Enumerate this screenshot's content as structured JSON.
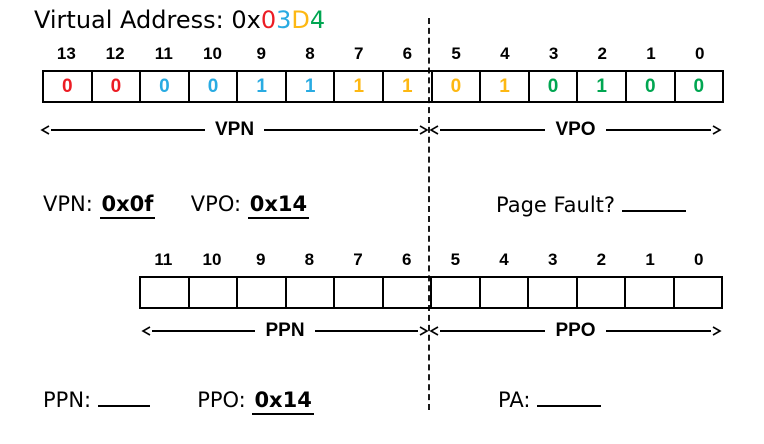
{
  "colors": {
    "red": "#ec1c24",
    "blue": "#29abe2",
    "yellow": "#fdb813",
    "green": "#00a651",
    "ink": "#000000"
  },
  "title": {
    "prefix": "Virtual Address: 0x",
    "digits": [
      {
        "char": "0",
        "color": "#ec1c24"
      },
      {
        "char": "3",
        "color": "#29abe2"
      },
      {
        "char": "D",
        "color": "#fdb813"
      },
      {
        "char": "4",
        "color": "#00a651"
      }
    ]
  },
  "virtual_row": {
    "bit_indices": [
      "13",
      "12",
      "11",
      "10",
      "9",
      "8",
      "7",
      "6",
      "5",
      "4",
      "3",
      "2",
      "1",
      "0"
    ],
    "bits": [
      {
        "value": "0",
        "color": "#ec1c24"
      },
      {
        "value": "0",
        "color": "#ec1c24"
      },
      {
        "value": "0",
        "color": "#29abe2"
      },
      {
        "value": "0",
        "color": "#29abe2"
      },
      {
        "value": "1",
        "color": "#29abe2"
      },
      {
        "value": "1",
        "color": "#29abe2"
      },
      {
        "value": "1",
        "color": "#fdb813"
      },
      {
        "value": "1",
        "color": "#fdb813"
      },
      {
        "value": "0",
        "color": "#fdb813"
      },
      {
        "value": "1",
        "color": "#fdb813"
      },
      {
        "value": "0",
        "color": "#00a651"
      },
      {
        "value": "1",
        "color": "#00a651"
      },
      {
        "value": "0",
        "color": "#00a651"
      },
      {
        "value": "0",
        "color": "#00a651"
      }
    ],
    "left_span_label": "VPN",
    "right_span_label": "VPO"
  },
  "mid_line": {
    "vpn_label": "VPN:",
    "vpn_value": "0x0f",
    "vpo_label": "VPO:",
    "vpo_value": "0x14",
    "page_fault_label": "Page Fault?",
    "page_fault_value": ""
  },
  "physical_row": {
    "bit_indices": [
      "11",
      "10",
      "9",
      "8",
      "7",
      "6",
      "5",
      "4",
      "3",
      "2",
      "1",
      "0"
    ],
    "bits": [
      "",
      "",
      "",
      "",
      "",
      "",
      "",
      "",
      "",
      "",
      "",
      ""
    ],
    "left_span_label": "PPN",
    "right_span_label": "PPO"
  },
  "bottom_line": {
    "ppn_label": "PPN:",
    "ppn_value": "",
    "ppo_label": "PPO:",
    "ppo_value": "0x14",
    "pa_label": "PA:",
    "pa_value": ""
  }
}
